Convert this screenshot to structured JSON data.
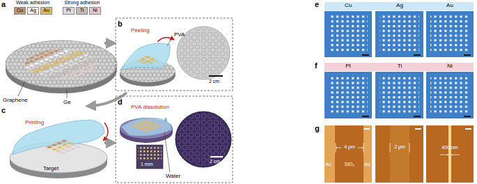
{
  "diagram": {
    "labels": [
      "a",
      "Weak adhesion",
      "Strong adhesion",
      "Graphene",
      "Ge",
      "b",
      "Peeling",
      "PVA",
      "2 cm",
      "c",
      "Printing",
      "Target",
      "d",
      "PVA dissolution",
      "Water",
      "1 mm",
      "2 cm",
      "e",
      "Cu",
      "Ag",
      "Au",
      "f",
      "Pt",
      "Ti",
      "Ni",
      "g",
      "Au",
      "SiO₂",
      "Au",
      "4 μm",
      "2 μm",
      "400 nm"
    ],
    "legend": [
      {
        "text": "Cu",
        "color": "#c8916a"
      },
      {
        "text": "Ag",
        "color": "#f2f2f2"
      },
      {
        "text": "Au",
        "color": "#e2b95c"
      },
      {
        "text": "Pt",
        "color": "#dcdcdc"
      },
      {
        "text": "Ti",
        "color": "#c4bcb4"
      },
      {
        "text": "Ni",
        "color": "#e4c8cc"
      }
    ]
  }
}
